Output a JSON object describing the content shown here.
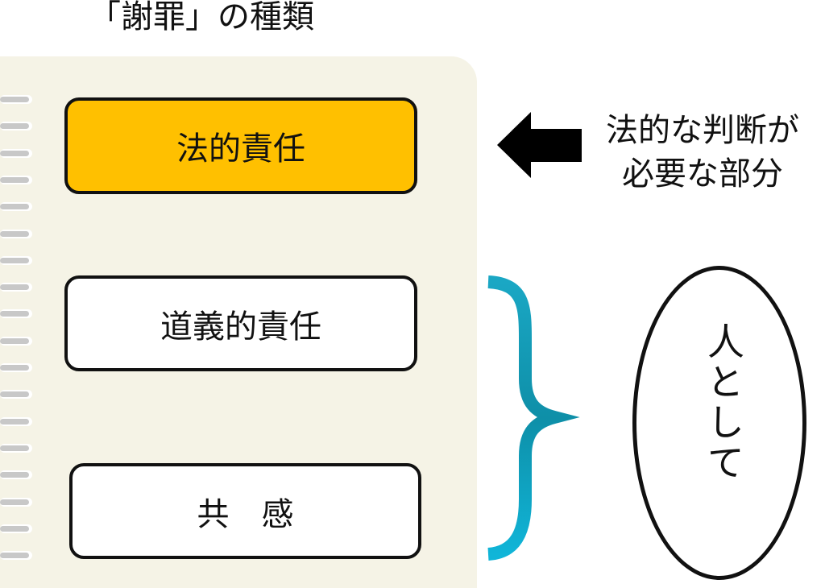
{
  "title": "「謝罪」の種類",
  "boxes": [
    {
      "label": "法的責任",
      "color": "#ffc000"
    },
    {
      "label": "道義的責任",
      "color": "#ffffff"
    },
    {
      "label": "共　感",
      "color": "#ffffff"
    }
  ],
  "note": {
    "line1": "法的な判断が",
    "line2": "必要な部分"
  },
  "oval_text": "人として",
  "colors": {
    "panel": "#f5f3e6",
    "brace": "#1aa7c4"
  }
}
